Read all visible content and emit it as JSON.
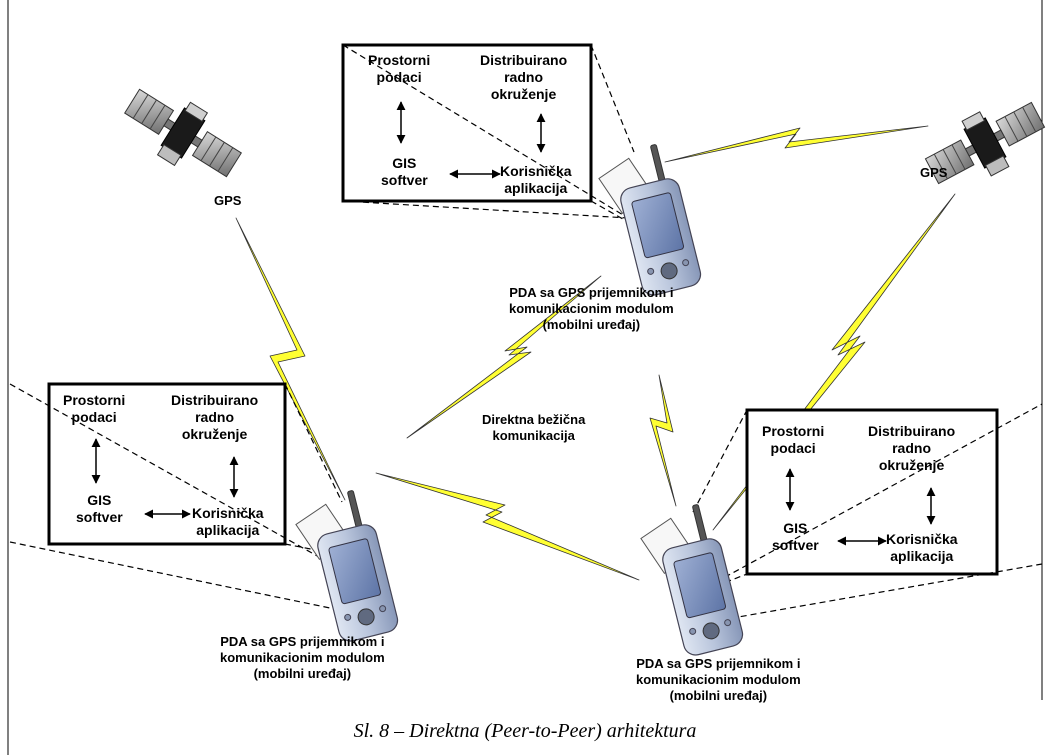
{
  "nodes": {
    "gps_left": "GPS",
    "gps_right": "GPS",
    "pda_top": [
      "PDA sa GPS prijemnikom i",
      "komunikacionim modulom",
      "(mobilni uređaj)"
    ],
    "pda_left": [
      "PDA sa GPS prijemnikom i",
      "komunikacionim modulom",
      "(mobilni uređaj)"
    ],
    "pda_right": [
      "PDA sa GPS prijemnikom i",
      "komunikacionim modulom",
      "(mobilni uređaj)"
    ],
    "wireless": [
      "Direktna bežična",
      "komunikacija"
    ]
  },
  "box": {
    "spatial": [
      "Prostorni",
      "podaci"
    ],
    "distributed": [
      "Distribuirano",
      "radno",
      "okruženje"
    ],
    "gis": [
      "GIS",
      "softver"
    ],
    "user_app": [
      "Korisnička",
      "aplikacija"
    ]
  },
  "caption": "Sl. 8 – Direktna (Peer-to-Peer) arhitektura",
  "colors": {
    "lightning": "#ffff33",
    "device": "#b8c4dc",
    "screen": "#7f94c0",
    "satellite": "#8a8a8a"
  }
}
